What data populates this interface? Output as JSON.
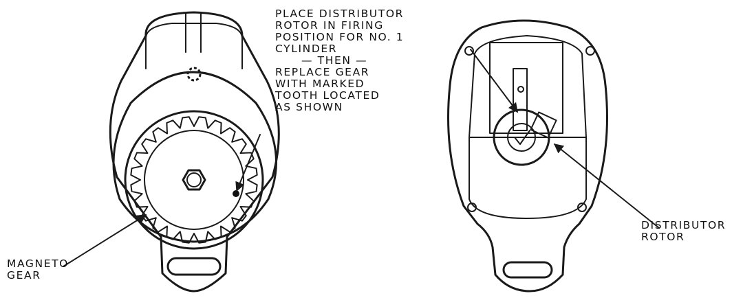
{
  "annotations": {
    "instruction": [
      "PLACE DISTRIBUTOR",
      "ROTOR IN FIRING",
      "POSITION FOR NO. 1",
      "CYLINDER",
      "— THEN —",
      "REPLACE GEAR",
      "WITH MARKED",
      "TOOTH LOCATED",
      "AS SHOWN"
    ],
    "magneto_gear": [
      "MAGNETO",
      "GEAR"
    ],
    "distributor_rotor": [
      "DISTRIBUTOR",
      "ROTOR"
    ]
  }
}
